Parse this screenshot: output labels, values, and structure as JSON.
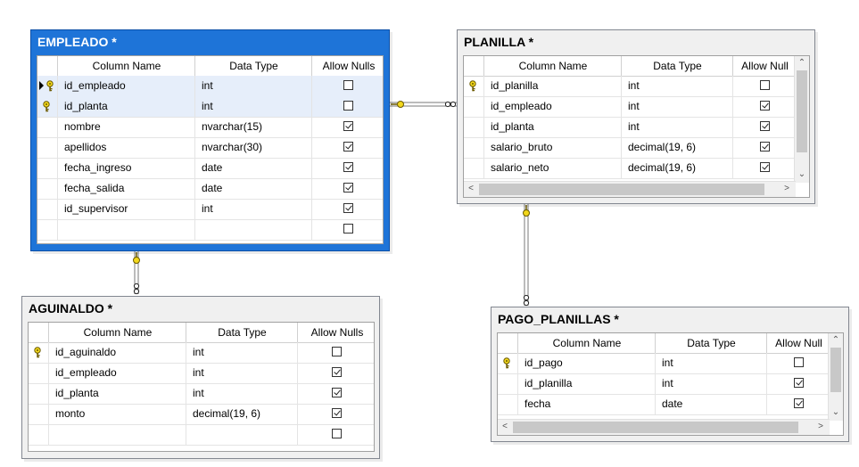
{
  "columns_header": {
    "name": "Column Name",
    "type": "Data Type",
    "nulls": "Allow Nulls",
    "nulls_truncated": "Allow Null"
  },
  "tables": {
    "empleado": {
      "title": "EMPLEADO *",
      "rows": [
        {
          "name": "id_empleado",
          "type": "int",
          "nulls": false
        },
        {
          "name": "id_planta",
          "type": "int",
          "nulls": false
        },
        {
          "name": "nombre",
          "type": "nvarchar(15)",
          "nulls": true
        },
        {
          "name": "apellidos",
          "type": "nvarchar(30)",
          "nulls": true
        },
        {
          "name": "fecha_ingreso",
          "type": "date",
          "nulls": true
        },
        {
          "name": "fecha_salida",
          "type": "date",
          "nulls": true
        },
        {
          "name": "id_supervisor",
          "type": "int",
          "nulls": true
        },
        {
          "name": "",
          "type": "",
          "nulls": false
        }
      ]
    },
    "planilla": {
      "title": "PLANILLA *",
      "rows": [
        {
          "name": "id_planilla",
          "type": "int",
          "nulls": false
        },
        {
          "name": "id_empleado",
          "type": "int",
          "nulls": true
        },
        {
          "name": "id_planta",
          "type": "int",
          "nulls": true
        },
        {
          "name": "salario_bruto",
          "type": "decimal(19, 6)",
          "nulls": true
        },
        {
          "name": "salario_neto",
          "type": "decimal(19, 6)",
          "nulls": true
        }
      ]
    },
    "aguinaldo": {
      "title": "AGUINALDO *",
      "rows": [
        {
          "name": "id_aguinaldo",
          "type": "int",
          "nulls": false
        },
        {
          "name": "id_empleado",
          "type": "int",
          "nulls": true
        },
        {
          "name": "id_planta",
          "type": "int",
          "nulls": true
        },
        {
          "name": "monto",
          "type": "decimal(19, 6)",
          "nulls": true
        },
        {
          "name": "",
          "type": "",
          "nulls": false
        }
      ]
    },
    "pago_planillas": {
      "title": "PAGO_PLANILLAS *",
      "rows": [
        {
          "name": "id_pago",
          "type": "int",
          "nulls": false
        },
        {
          "name": "id_planilla",
          "type": "int",
          "nulls": true
        },
        {
          "name": "fecha",
          "type": "date",
          "nulls": true
        }
      ]
    }
  },
  "icons": {
    "primary_key": "key-icon",
    "row_selector": "row-selector-arrow-icon",
    "relationship_key_end": "key-connector-icon",
    "relationship_infinity_end": "infinity-connector-icon"
  },
  "colors": {
    "selected_table": "#1e74d8",
    "key_yellow": "#f2d71b",
    "connector_line": "#7a7a7a"
  }
}
